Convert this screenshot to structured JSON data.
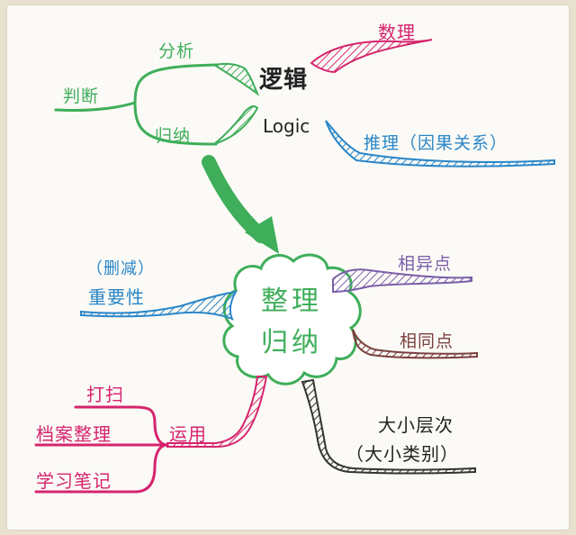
{
  "nodes": {
    "judge": "判断",
    "analyze": "分析",
    "induce": "归纳",
    "logic_cn": "逻辑",
    "logic_en": "Logic",
    "math": "数理",
    "reasoning": "推理（因果关系）",
    "center_line1": "整理",
    "center_line2": "归纳",
    "delete": "（删减）",
    "importance": "重要性",
    "differences": "相异点",
    "similarities": "相同点",
    "hierarchy_line1": "大小层次",
    "hierarchy_line2": "（大小类别）",
    "apply": "运用",
    "clean": "打扫",
    "archive": "档案整理",
    "notes": "学习笔记"
  },
  "colors": {
    "green": "#3fae5a",
    "pink": "#d6246e",
    "blue": "#2a86c8",
    "purple": "#7a5ea8",
    "brown": "#7a4040",
    "black": "#222222"
  }
}
